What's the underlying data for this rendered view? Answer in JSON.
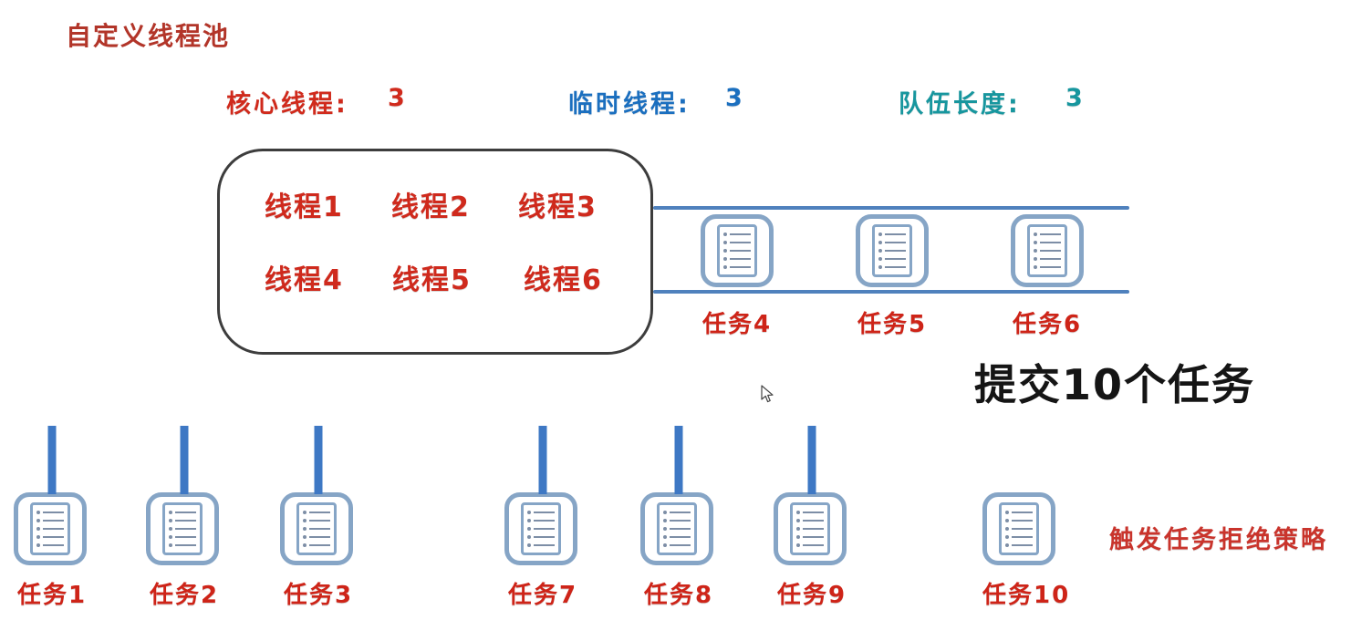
{
  "title": "自定义线程池",
  "params": [
    {
      "label": "核心线程:",
      "value": "3",
      "color": "#d02a1c"
    },
    {
      "label": "临时线程:",
      "value": "3",
      "color": "#1b6fbf"
    },
    {
      "label": "队伍长度:",
      "value": "3",
      "color": "#17969e"
    }
  ],
  "pool": {
    "threads": [
      {
        "label": "线程1"
      },
      {
        "label": "线程2"
      },
      {
        "label": "线程3"
      },
      {
        "label": "线程4"
      },
      {
        "label": "线程5"
      },
      {
        "label": "线程6"
      }
    ]
  },
  "queue": {
    "tasks": [
      {
        "label": "任务4"
      },
      {
        "label": "任务5"
      },
      {
        "label": "任务6"
      }
    ]
  },
  "pending_tasks": [
    {
      "label": "任务1",
      "has_stem": true
    },
    {
      "label": "任务2",
      "has_stem": true
    },
    {
      "label": "任务3",
      "has_stem": true
    },
    {
      "label": "任务7",
      "has_stem": true
    },
    {
      "label": "任务8",
      "has_stem": true
    },
    {
      "label": "任务9",
      "has_stem": true
    },
    {
      "label": "任务10",
      "has_stem": false
    }
  ],
  "annotations": {
    "submit": "提交10个任务",
    "reject": "触发任务拒绝策略"
  },
  "icons": {
    "task": "document-list-icon",
    "pointer": "mouse-cursor-icon"
  },
  "colors": {
    "title_red": "#b23529",
    "label_red": "#d02a1c",
    "blue": "#1b6fbf",
    "teal": "#17969e",
    "rail_steel_blue": "#4f81bd",
    "icon_border": "#86a5c6",
    "stem_blue": "#3e78c4",
    "note_black": "#151515",
    "box_border": "#3d3d3d"
  }
}
